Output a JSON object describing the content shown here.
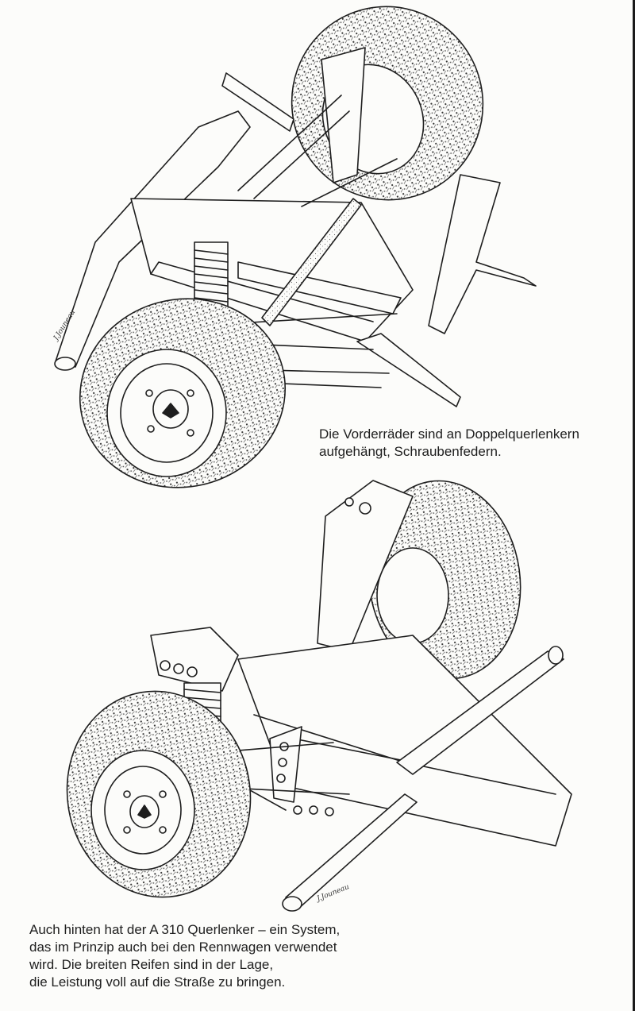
{
  "captions": {
    "front": {
      "lines": [
        "Die Vorderräder sind an Doppelquerlenkern",
        "aufgehängt, Schraubenfedern."
      ]
    },
    "rear": {
      "lines": [
        "Auch hinten hat der A 310 Querlenker – ein System,",
        "das im Prinzip auch bei den Rennwagen verwendet",
        "wird. Die breiten Reifen sind in der Lage,",
        "die Leistung voll auf die Straße zu bringen."
      ]
    }
  },
  "signatures": {
    "front": "J.Jouneau",
    "rear": "J.Jouneau"
  },
  "colors": {
    "ink": "#1e1e1e",
    "paper": "#fcfcfa"
  },
  "icons": {
    "front_illustration": "front-suspension-drawing",
    "rear_illustration": "rear-suspension-drawing",
    "wheel_badge": "alpine-logo-icon"
  }
}
